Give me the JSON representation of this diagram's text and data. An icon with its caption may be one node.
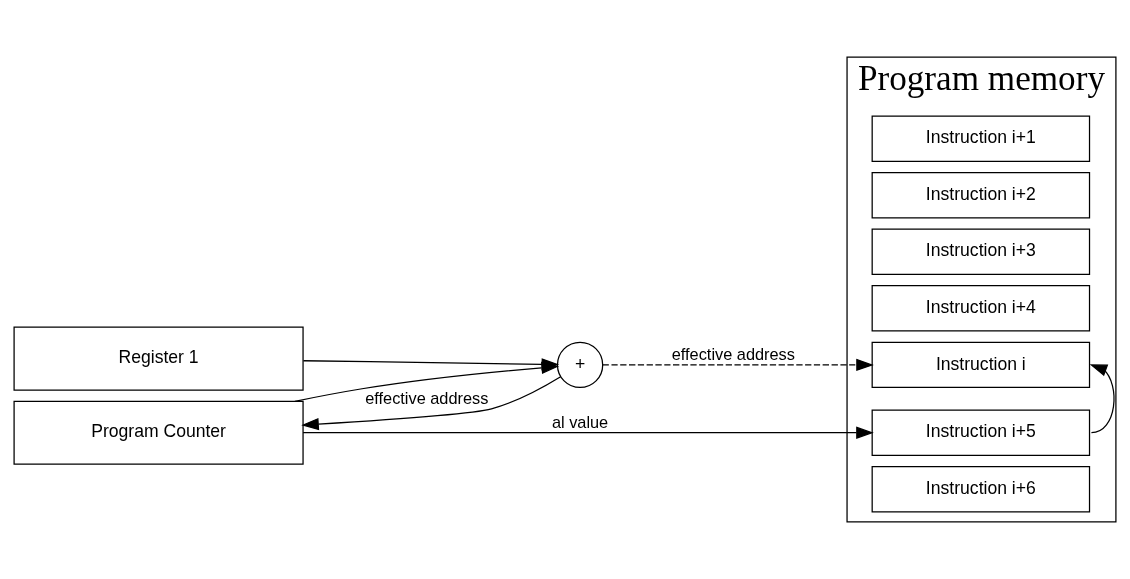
{
  "diagram": {
    "nodes": [
      {
        "text": [
          "Register 1"
        ]
      },
      {
        "text": [
          "+"
        ]
      },
      {
        "text": [
          "Program Counter"
        ]
      },
      {
        "text": [
          "Program memory"
        ]
      },
      {
        "text": [
          "Instruction i"
        ],
        "in": 3
      },
      {
        "text": [
          "Instruction i+1"
        ],
        "in": 3
      },
      {
        "text": [
          "Instruction i+2"
        ],
        "in": 3
      },
      {
        "text": [
          "Instruction i+3"
        ],
        "in": 3
      },
      {
        "text": [
          "Instruction i+4"
        ],
        "in": 3
      },
      {
        "text": [
          "Instruction i+5"
        ],
        "in": 3
      },
      {
        "text": [
          "Instruction i+6"
        ],
        "in": 3
      }
    ],
    "edges": [
      {
        "from": 0,
        "to": 1,
        "arrow": "to"
      },
      {
        "from": 2,
        "to": 1,
        "arrow": "to"
      },
      {
        "from": 1,
        "to": 4,
        "arrow": "to",
        "style": "dashed",
        "label": "effective address"
      },
      {
        "from": 1,
        "to": 2,
        "arrow": "to",
        "label": "effective address"
      },
      {
        "from": 2,
        "to": 9,
        "arrow": "to",
        "label": "al value"
      },
      {
        "from": 9,
        "to": 4,
        "arrow": "to"
      }
    ]
  }
}
